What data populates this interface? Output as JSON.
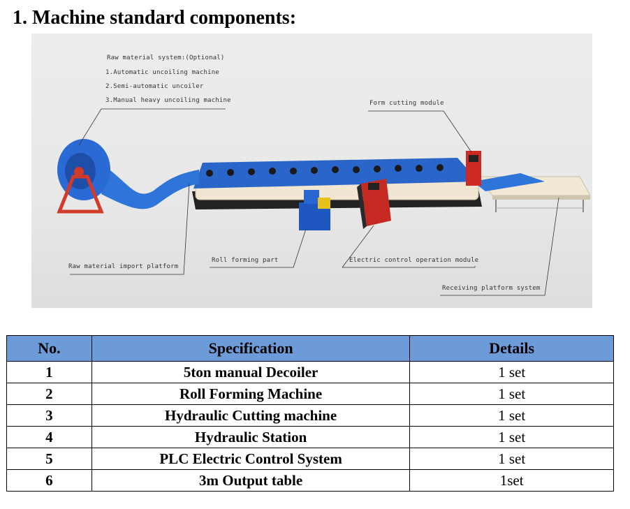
{
  "heading": "1. Machine standard components:",
  "figure": {
    "labels": {
      "raw_system_title": "Raw material system:(Optional)",
      "raw_system_1": "1.Automatic uncoiling machine",
      "raw_system_2": "2.Semi-automatic uncoiler",
      "raw_system_3": "3.Manual heavy uncoiling machine",
      "form_cutting": "Form cutting module",
      "raw_import": "Raw material import platform",
      "roll_forming": "Roll forming part",
      "electric_control": "Electric control operation module",
      "receiving": "Receiving platform system"
    }
  },
  "table": {
    "headers": {
      "no": "No.",
      "spec": "Specification",
      "details": "Details"
    },
    "rows": [
      {
        "no": "1",
        "spec": "5ton manual Decoiler",
        "details": "1 set"
      },
      {
        "no": "2",
        "spec": "Roll Forming Machine",
        "details": "1 set"
      },
      {
        "no": "3",
        "spec": "Hydraulic Cutting machine",
        "details": "1 set"
      },
      {
        "no": "4",
        "spec": "Hydraulic Station",
        "details": "1 set"
      },
      {
        "no": "5",
        "spec": "PLC Electric Control System",
        "details": "1 set"
      },
      {
        "no": "6",
        "spec": "3m Output table",
        "details": "1set"
      }
    ],
    "header_color": "#6c9bd8"
  }
}
